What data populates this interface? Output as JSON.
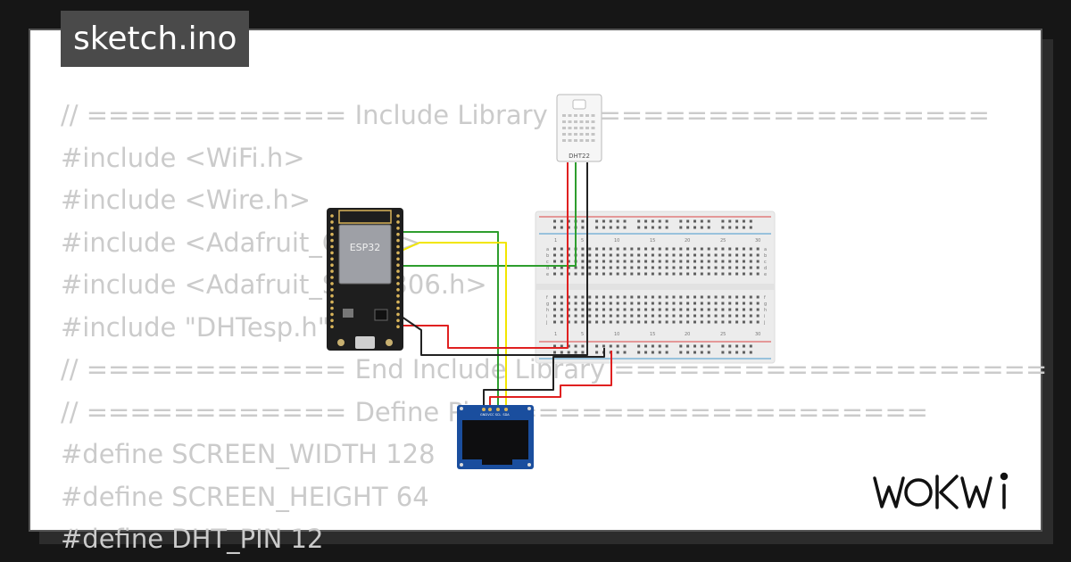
{
  "file_title": "sketch.ino",
  "code_lines": [
    "// ============ Include Library ====================",
    "#include <WiFi.h>",
    "#include <Wire.h>",
    "#include <Adafruit_GFX.h>",
    "#include <Adafruit_SSD1306.h>",
    "#include \"DHTesp.h\"",
    "// ============ End Include Library ====================",
    "// ============ Define Pin ====================",
    "#define SCREEN_WIDTH 128",
    "#define SCREEN_HEIGHT 64",
    "#define DHT_PIN 12"
  ],
  "components": {
    "mcu_label": "ESP32",
    "sensor_label": "DHT22",
    "oled_pins": [
      "GND",
      "VCC",
      "SCL",
      "SDA"
    ]
  },
  "breadboard": {
    "column_numbers": [
      "1",
      "5",
      "10",
      "15",
      "20",
      "25",
      "30"
    ],
    "rows_top": [
      "a",
      "b",
      "c",
      "d",
      "e"
    ],
    "rows_bottom": [
      "f",
      "g",
      "h",
      "i",
      "j"
    ]
  },
  "wire_colors": {
    "green": "#2e9e2e",
    "yellow": "#f2e600",
    "red": "#e02020",
    "black": "#222222"
  },
  "brand": "WOKWi"
}
